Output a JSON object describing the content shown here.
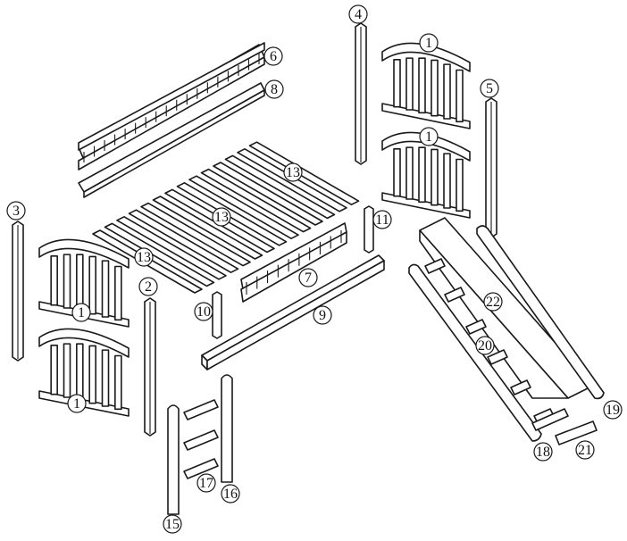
{
  "parts": {
    "p1a": "1",
    "p1b": "1",
    "p1c": "1",
    "p1d": "1",
    "p2": "2",
    "p3": "3",
    "p4": "4",
    "p5": "5",
    "p6": "6",
    "p7": "7",
    "p8": "8",
    "p9": "9",
    "p10": "10",
    "p11": "11",
    "p13a": "13",
    "p13b": "13",
    "p13c": "13",
    "p15": "15",
    "p16": "16",
    "p17": "17",
    "p18": "18",
    "p19": "19",
    "p20": "20",
    "p21": "21",
    "p22": "22"
  }
}
